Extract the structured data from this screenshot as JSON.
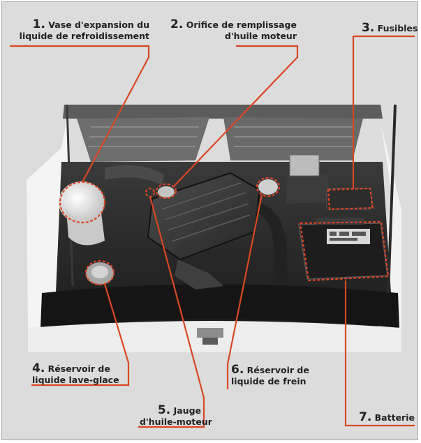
{
  "colors": {
    "accent": "#d94726",
    "background": "#dcdcdc",
    "text": "#222222"
  },
  "labels": [
    {
      "id": "1",
      "number": "1.",
      "line1": "Vase d'expansion du",
      "line2": "liquide de refroidissement"
    },
    {
      "id": "2",
      "number": "2.",
      "line1": "Orifice de remplissage",
      "line2": "d'huile moteur"
    },
    {
      "id": "3",
      "number": "3.",
      "line1": "Fusibles",
      "line2": ""
    },
    {
      "id": "4",
      "number": "4.",
      "line1": "Réservoir de",
      "line2": "liquide lave-glace"
    },
    {
      "id": "5",
      "number": "5.",
      "line1": "Jauge",
      "line2": "d'huile-moteur"
    },
    {
      "id": "6",
      "number": "6.",
      "line1": "Réservoir de",
      "line2": "liquide de frein"
    },
    {
      "id": "7",
      "number": "7.",
      "line1": "Batterie",
      "line2": ""
    }
  ]
}
